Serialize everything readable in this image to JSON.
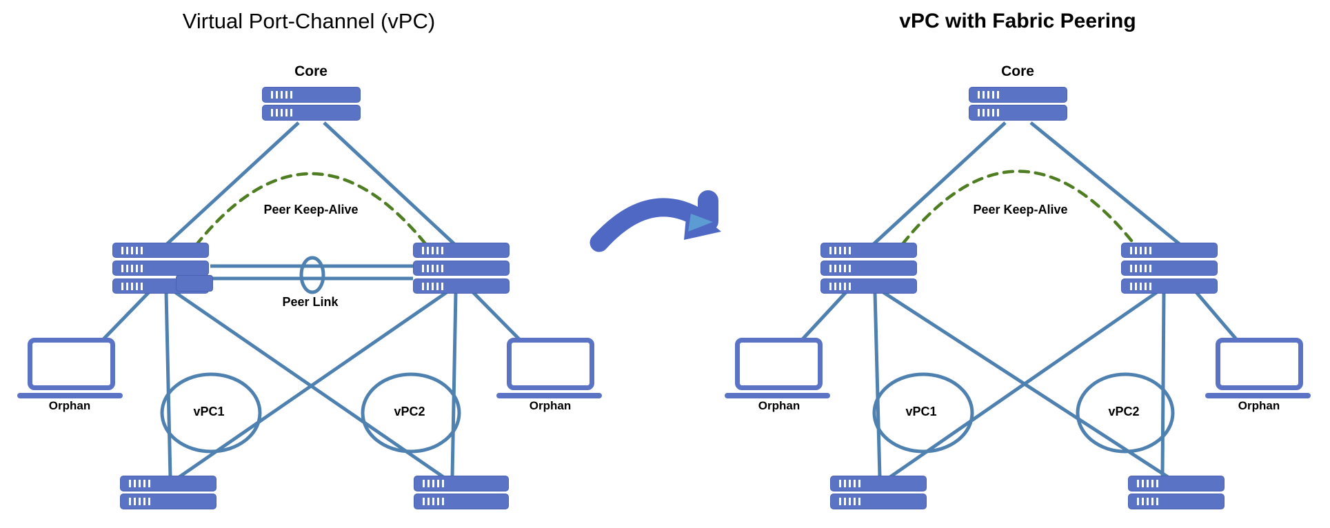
{
  "left_diagram": {
    "title": "Virtual Port-Channel (vPC)",
    "core_label": "Core",
    "keepalive_label": "Peer Keep-Alive",
    "peer_link_label": "Peer Link",
    "vpc1_label": "vPC1",
    "vpc2_label": "vPC2",
    "orphan_left_label": "Orphan",
    "orphan_right_label": "Orphan"
  },
  "right_diagram": {
    "title": "vPC with Fabric Peering",
    "core_label": "Core",
    "keepalive_label": "Peer Keep-Alive",
    "vpc1_label": "vPC1",
    "vpc2_label": "vPC2",
    "orphan_left_label": "Orphan",
    "orphan_right_label": "Orphan"
  },
  "icons": {
    "switch_stack": "rack-switch-icon",
    "laptop": "laptop-icon",
    "transition_arrow": "curved-right-arrow-icon"
  },
  "colors": {
    "background": "#ffffff",
    "switch_fill": "#5b73c4",
    "switch_border": "#4b61b2",
    "port_ticks": "#ffffff",
    "link_line": "#4e80b0",
    "keepalive_green": "#4f7d21",
    "arrow_blue": "#4f68c4",
    "arrow_accent": "#5d9bd3",
    "label_text": "#000000"
  }
}
